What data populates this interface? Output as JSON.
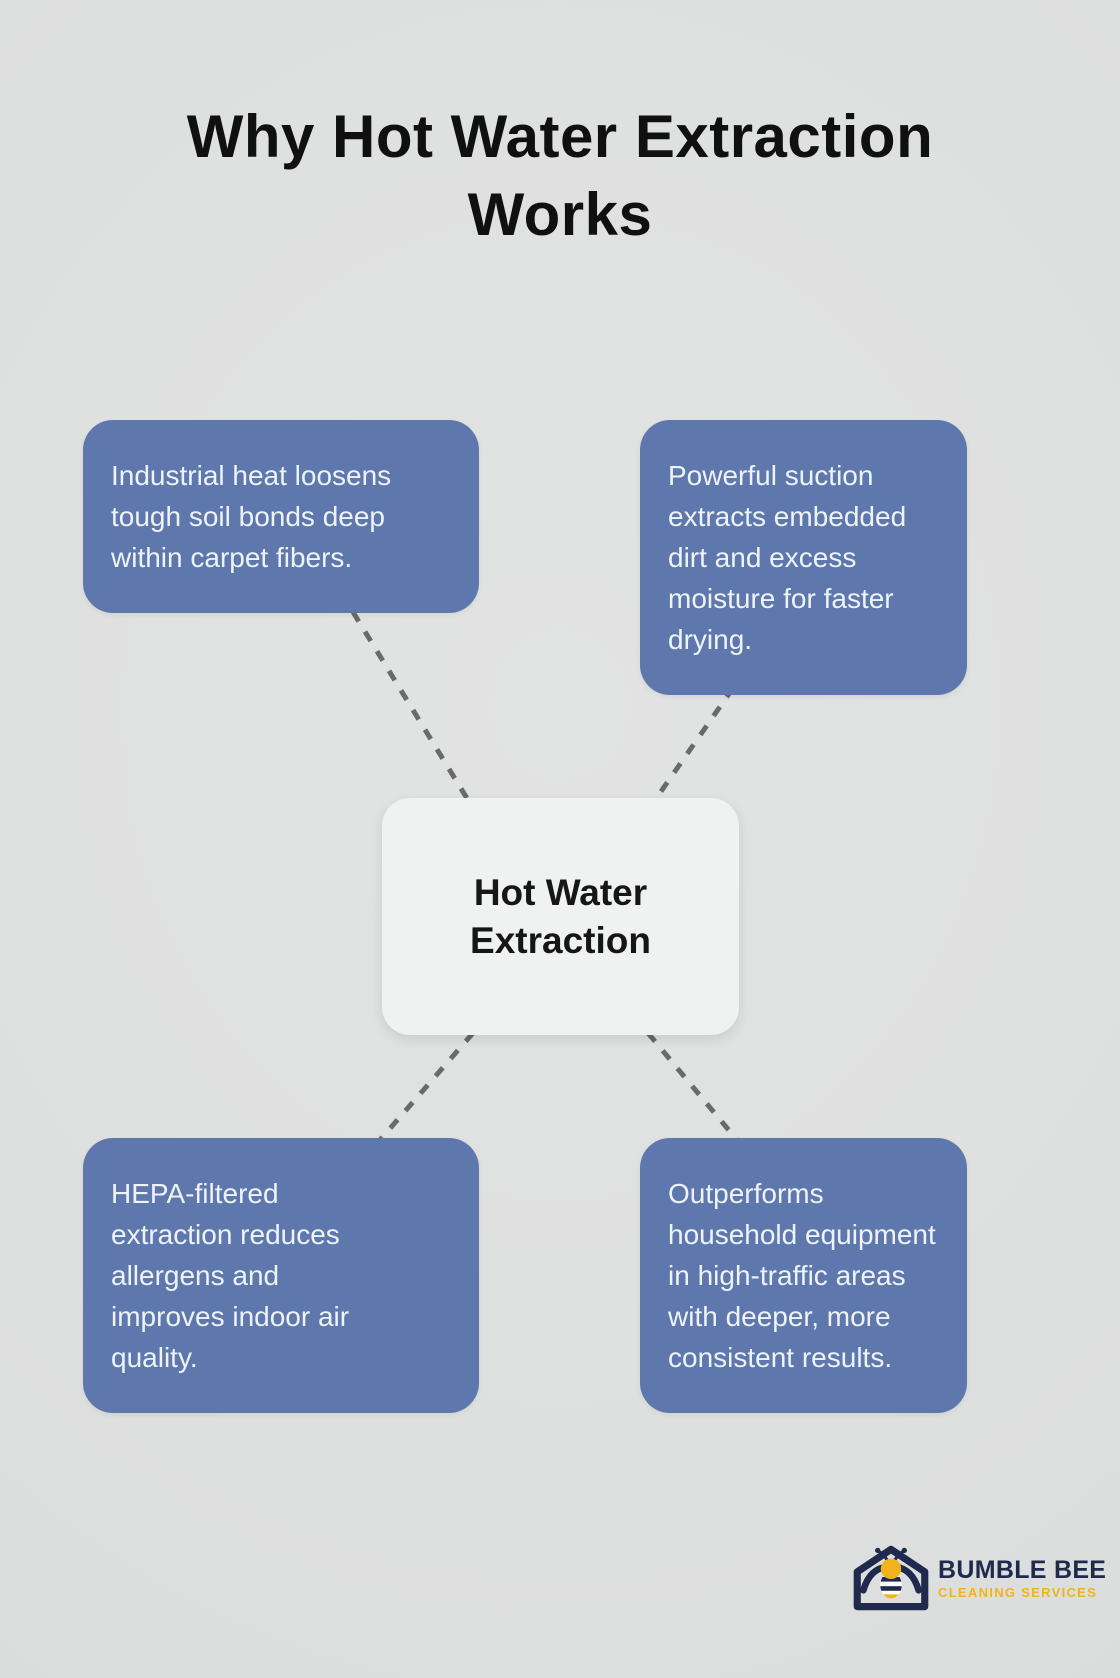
{
  "title": {
    "lines": [
      "Why Hot Water Extraction",
      "Works"
    ]
  },
  "diagram": {
    "center_node": {
      "label_lines": [
        "Hot Water",
        "Extraction"
      ]
    },
    "benefit_nodes": [
      {
        "position": "top-left",
        "text_lines": [
          "Industrial heat loosens",
          "tough soil bonds deep",
          "within carpet fibers."
        ]
      },
      {
        "position": "top-right",
        "text_lines": [
          "Powerful suction",
          "extracts embedded",
          "dirt and excess",
          "moisture for faster",
          "drying."
        ]
      },
      {
        "position": "bottom-left",
        "text_lines": [
          "HEPA-filtered",
          "extraction reduces",
          "allergens and",
          "improves indoor air",
          "quality."
        ]
      },
      {
        "position": "bottom-right",
        "text_lines": [
          "Outperforms",
          "household equipment",
          "in high-traffic areas",
          "with deeper, more",
          "consistent results."
        ]
      }
    ]
  },
  "logo": {
    "brand": "BUMBLE BEE",
    "tagline": "CLEANING SERVICES"
  },
  "colors": {
    "background": "#dedfdf",
    "benefit_card": "#5e78ad",
    "benefit_text": "#eef3f8",
    "center_card": "#f0f1f1",
    "title_text": "#101010",
    "connector": "#6a6a6a",
    "logo_navy": "#1f2a4d",
    "logo_yellow": "#f1b31c"
  }
}
